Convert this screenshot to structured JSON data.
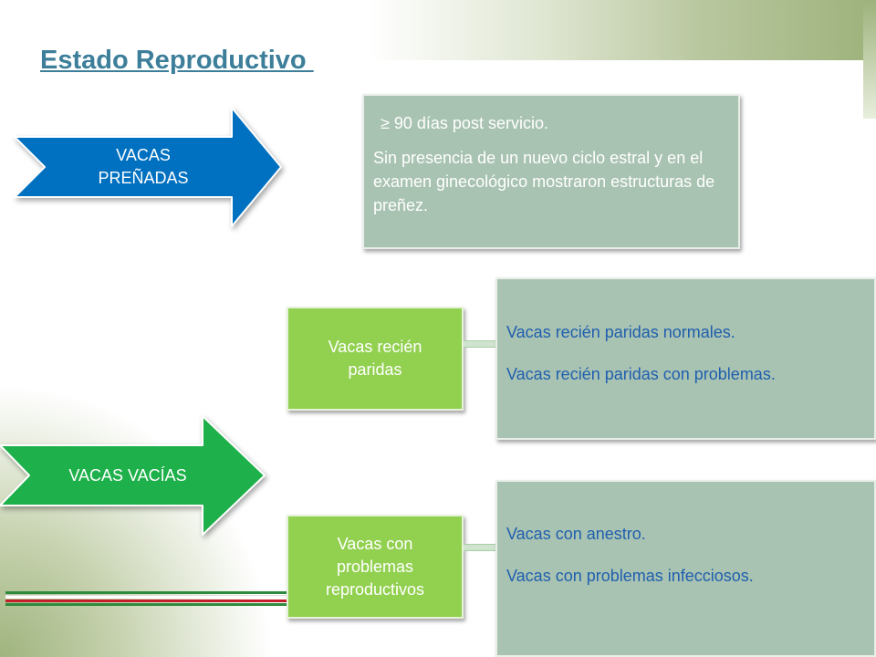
{
  "title": "Estado Reproductivo ",
  "colors": {
    "title": "#3d7f9a",
    "arrow_blue": "#0070c0",
    "arrow_green": "#1eb04a",
    "box_gray": "#a9c3b2",
    "box_green": "#92d050",
    "text_blue": "#1f5fae",
    "text_white": "#ffffff"
  },
  "pregnant": {
    "arrow_label": "VACAS PREÑADAS",
    "info_line1": "≥ 90 días post servicio.",
    "info_line2": "Sin presencia de un nuevo ciclo estral y en el examen ginecológico mostraron  estructuras de preñez."
  },
  "empty": {
    "arrow_label": "VACAS VACÍAS",
    "postpartum": {
      "label": "Vacas recién paridas",
      "items": [
        "Vacas recién paridas normales.",
        "Vacas recién paridas con problemas."
      ]
    },
    "problems": {
      "label": "Vacas con problemas reproductivos",
      "items": [
        "Vacas con anestro.",
        "Vacas con problemas infecciosos."
      ]
    }
  }
}
